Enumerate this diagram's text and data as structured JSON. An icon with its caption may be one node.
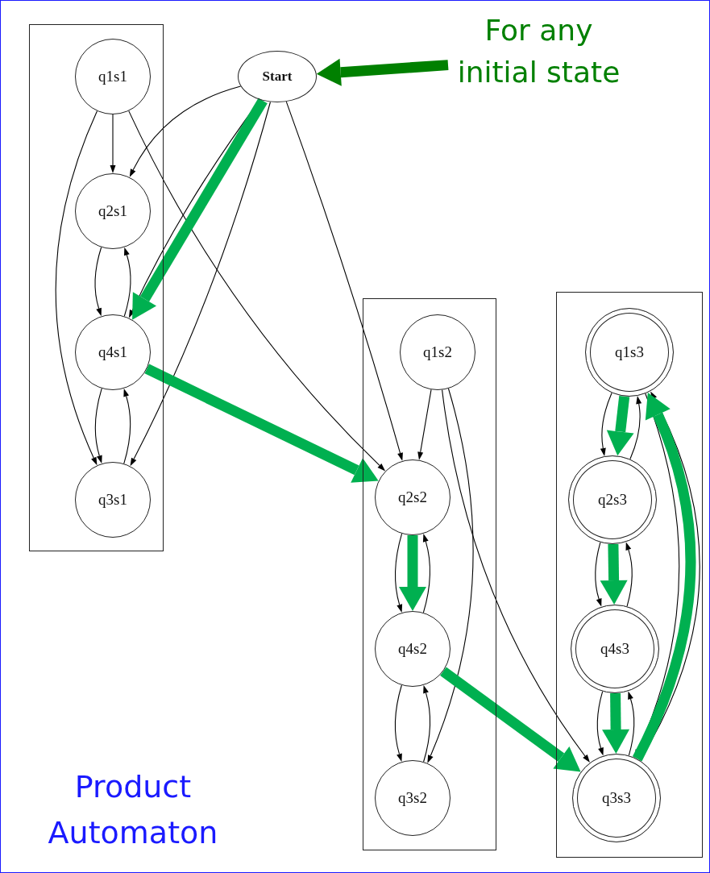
{
  "diagram": {
    "nodes": [
      {
        "text": [],
        "shape": "box"
      },
      {
        "text": [
          "q1s1"
        ],
        "in": 0
      },
      {
        "text": [
          "q2s1"
        ],
        "in": 0
      },
      {
        "text": [
          "q4s1"
        ],
        "in": 0
      },
      {
        "text": [
          "q3s1"
        ],
        "in": 0
      },
      {
        "text": [
          "Start"
        ]
      },
      {
        "text": [],
        "shape": "box"
      },
      {
        "text": [
          "q1s2"
        ],
        "in": 6
      },
      {
        "text": [
          "q2s2"
        ],
        "in": 6
      },
      {
        "text": [
          "q4s2"
        ],
        "in": 6
      },
      {
        "text": [
          "q3s2"
        ],
        "in": 6
      },
      {
        "text": [],
        "shape": "box"
      },
      {
        "text": [
          "q1s3"
        ],
        "in": 11
      },
      {
        "text": [
          "q2s3"
        ],
        "in": 11
      },
      {
        "text": [
          "q4s3"
        ],
        "in": 11
      },
      {
        "text": [
          "q3s3"
        ],
        "in": 11
      },
      {
        "text": [
          "For any initial state"
        ]
      }
    ],
    "edges": [
      {
        "from": 16,
        "to": 5,
        "arrow": "to",
        "style": "thick",
        "color": "#008000"
      },
      {
        "from": 1,
        "to": 2,
        "arrow": "to"
      },
      {
        "from": 1,
        "to": 4,
        "arrow": "to"
      },
      {
        "from": 1,
        "to": 8,
        "arrow": "to"
      },
      {
        "from": 5,
        "to": 2,
        "arrow": "to"
      },
      {
        "from": 5,
        "to": 3,
        "arrow": "to"
      },
      {
        "from": 5,
        "to": 4,
        "arrow": "to"
      },
      {
        "from": 5,
        "to": 8,
        "arrow": "to"
      },
      {
        "from": 2,
        "to": 3,
        "arrow": "to"
      },
      {
        "from": 3,
        "to": 2,
        "arrow": "to"
      },
      {
        "from": 3,
        "to": 4,
        "arrow": "to"
      },
      {
        "from": 4,
        "to": 3,
        "arrow": "to"
      },
      {
        "from": 7,
        "to": 8,
        "arrow": "to"
      },
      {
        "from": 7,
        "to": 10,
        "arrow": "to"
      },
      {
        "from": 7,
        "to": 15,
        "arrow": "to"
      },
      {
        "from": 8,
        "to": 9,
        "arrow": "to"
      },
      {
        "from": 9,
        "to": 8,
        "arrow": "to"
      },
      {
        "from": 9,
        "to": 10,
        "arrow": "to"
      },
      {
        "from": 10,
        "to": 9,
        "arrow": "to"
      },
      {
        "from": 12,
        "to": 13,
        "arrow": "to"
      },
      {
        "from": 13,
        "to": 12,
        "arrow": "to"
      },
      {
        "from": 12,
        "to": 15,
        "arrow": "to"
      },
      {
        "from": 15,
        "to": 12,
        "arrow": "to"
      },
      {
        "from": 13,
        "to": 14,
        "arrow": "to"
      },
      {
        "from": 14,
        "to": 13,
        "arrow": "to"
      },
      {
        "from": 14,
        "to": 15,
        "arrow": "to"
      },
      {
        "from": 15,
        "to": 14,
        "arrow": "to"
      },
      {
        "from": 5,
        "to": 3,
        "arrow": "to",
        "style": "thick",
        "color": "#00b050"
      },
      {
        "from": 3,
        "to": 8,
        "arrow": "to",
        "style": "thick",
        "color": "#00b050"
      },
      {
        "from": 8,
        "to": 9,
        "arrow": "to",
        "style": "thick",
        "color": "#00b050"
      },
      {
        "from": 9,
        "to": 15,
        "arrow": "to",
        "style": "thick",
        "color": "#00b050"
      },
      {
        "from": 12,
        "to": 13,
        "arrow": "to",
        "style": "thick",
        "color": "#00b050"
      },
      {
        "from": 13,
        "to": 14,
        "arrow": "to",
        "style": "thick",
        "color": "#00b050"
      },
      {
        "from": 14,
        "to": 15,
        "arrow": "to",
        "style": "thick",
        "color": "#00b050"
      },
      {
        "from": 15,
        "to": 12,
        "arrow": "to",
        "style": "thick",
        "color": "#00b050"
      }
    ],
    "labels": [
      "Product Automaton"
    ]
  }
}
